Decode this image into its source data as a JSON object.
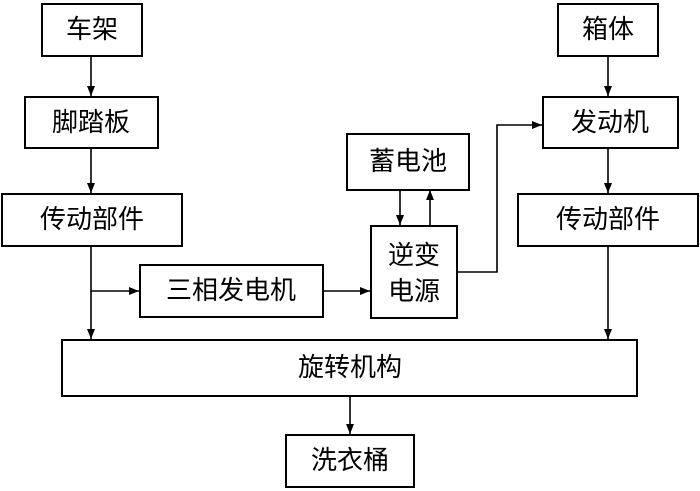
{
  "diagram": {
    "nodes": {
      "frame": "车架",
      "pedal": "脚踏板",
      "transmission_left": "传动部件",
      "three_phase_generator": "三相发电机",
      "battery": "蓄电池",
      "inverter_line1": "逆变",
      "inverter_line2": "电源",
      "tank": "箱体",
      "motor": "发动机",
      "transmission_right": "传动部件",
      "rotating_mechanism": "旋转机构",
      "wash_drum": "洗衣桶"
    },
    "edges": [
      {
        "from": "frame",
        "to": "pedal"
      },
      {
        "from": "pedal",
        "to": "transmission_left"
      },
      {
        "from": "transmission_left",
        "to": "three_phase_generator"
      },
      {
        "from": "transmission_left",
        "to": "rotating_mechanism"
      },
      {
        "from": "three_phase_generator",
        "to": "inverter"
      },
      {
        "from": "battery",
        "to": "inverter"
      },
      {
        "from": "inverter",
        "to": "battery"
      },
      {
        "from": "inverter",
        "to": "motor"
      },
      {
        "from": "tank",
        "to": "motor"
      },
      {
        "from": "motor",
        "to": "transmission_right"
      },
      {
        "from": "transmission_right",
        "to": "rotating_mechanism"
      },
      {
        "from": "rotating_mechanism",
        "to": "wash_drum"
      }
    ]
  }
}
